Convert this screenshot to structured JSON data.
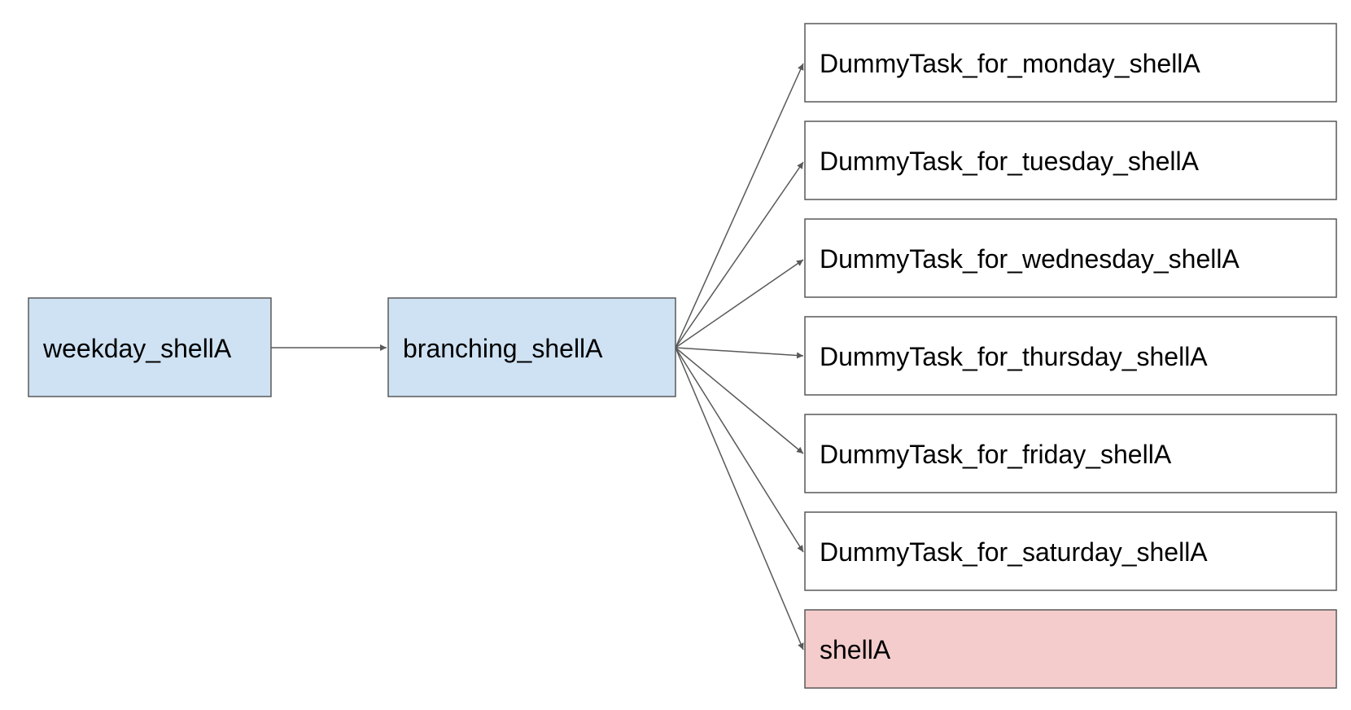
{
  "colors": {
    "blue_node_fill": "#cfe2f3",
    "red_node_fill": "#f4cccc",
    "plain_node_fill": "#ffffff",
    "edge_color": "#595959",
    "border_color": "#595959"
  },
  "nodes": [
    {
      "id": "weekday",
      "label": "weekday_shellA",
      "style": "blue"
    },
    {
      "id": "branching",
      "label": "branching_shellA",
      "style": "blue"
    },
    {
      "id": "monday",
      "label": "DummyTask_for_monday_shellA",
      "style": "plain"
    },
    {
      "id": "tuesday",
      "label": "DummyTask_for_tuesday_shellA",
      "style": "plain"
    },
    {
      "id": "wednesday",
      "label": "DummyTask_for_wednesday_shellA",
      "style": "plain"
    },
    {
      "id": "thursday",
      "label": "DummyTask_for_thursday_shellA",
      "style": "plain"
    },
    {
      "id": "friday",
      "label": "DummyTask_for_friday_shellA",
      "style": "plain"
    },
    {
      "id": "saturday",
      "label": "DummyTask_for_saturday_shellA",
      "style": "plain"
    },
    {
      "id": "shell",
      "label": "shellA",
      "style": "red"
    }
  ],
  "edges": [
    {
      "from": "weekday",
      "to": "branching"
    },
    {
      "from": "branching",
      "to": "monday"
    },
    {
      "from": "branching",
      "to": "tuesday"
    },
    {
      "from": "branching",
      "to": "wednesday"
    },
    {
      "from": "branching",
      "to": "thursday"
    },
    {
      "from": "branching",
      "to": "friday"
    },
    {
      "from": "branching",
      "to": "saturday"
    },
    {
      "from": "branching",
      "to": "shell"
    }
  ]
}
